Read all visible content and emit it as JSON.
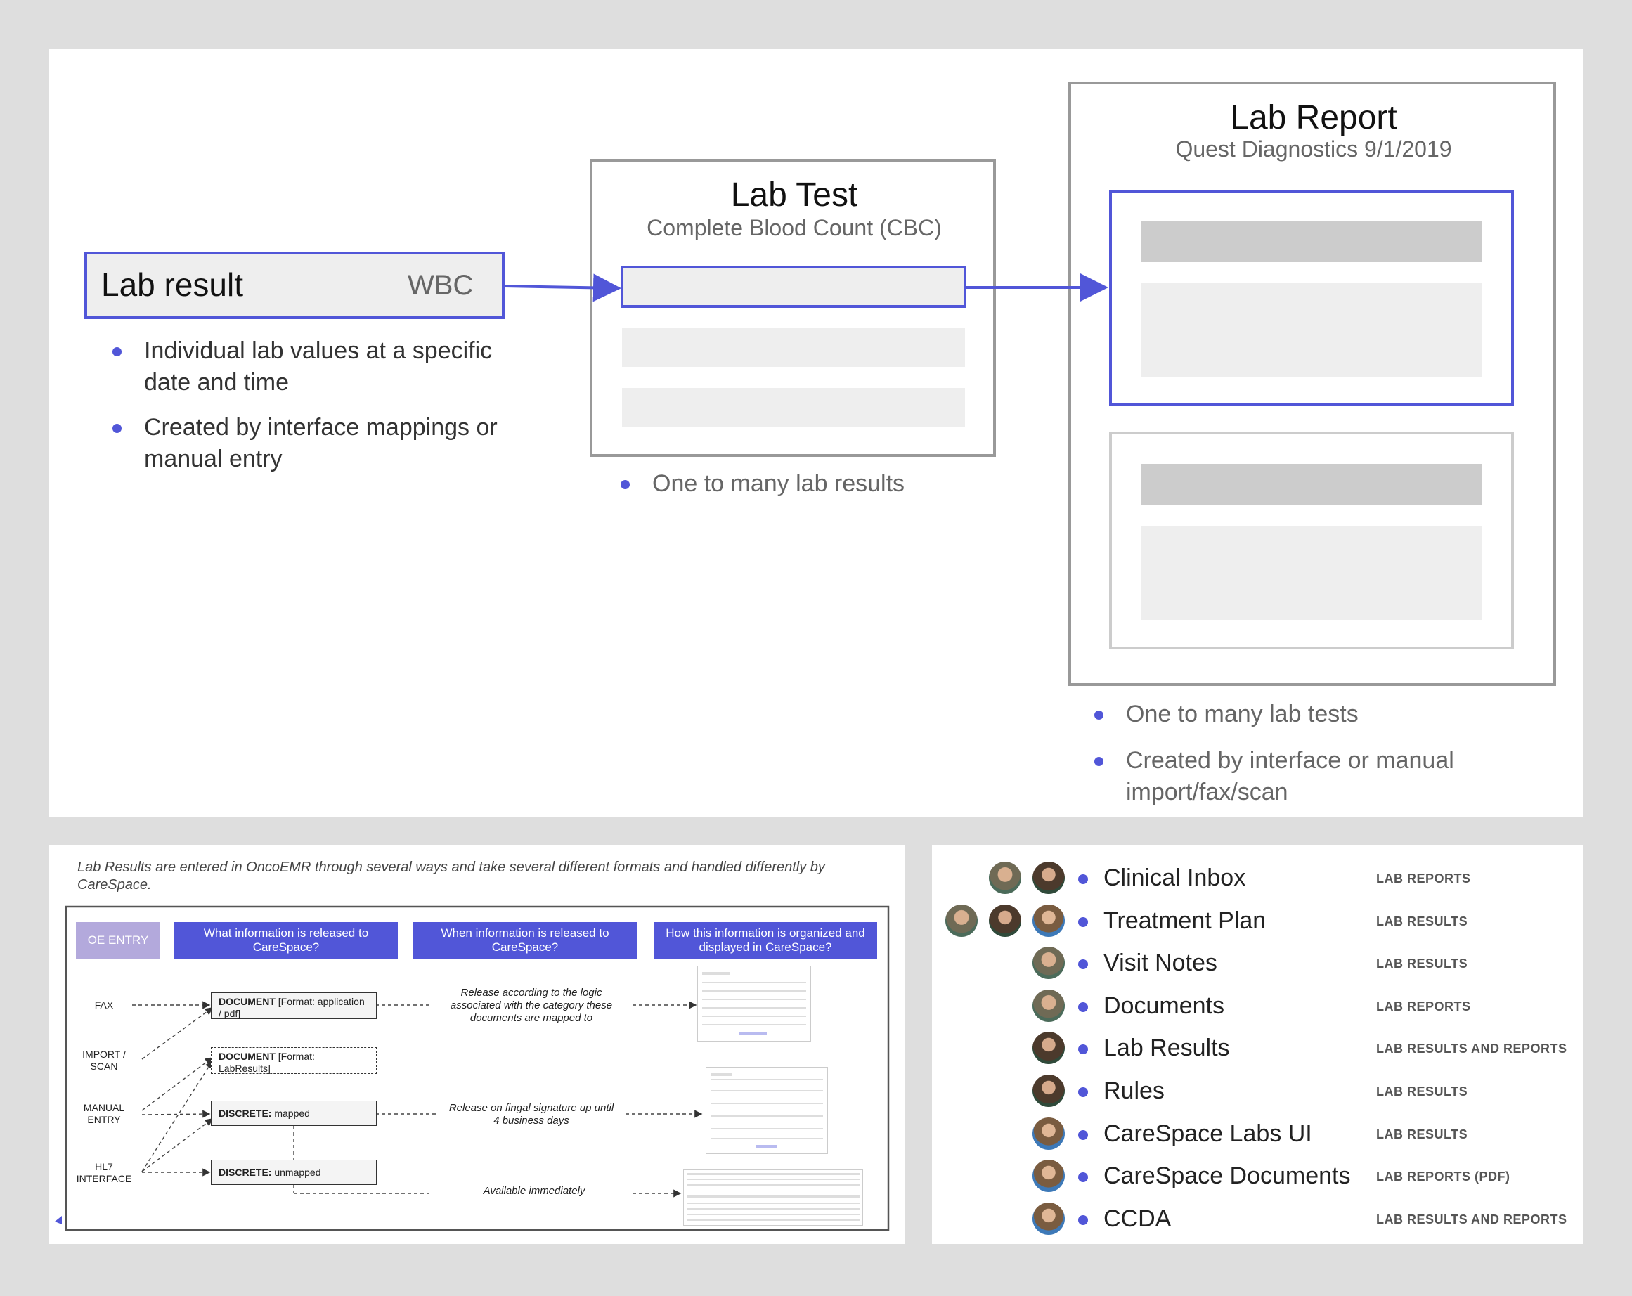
{
  "top": {
    "lab_result": {
      "title": "Lab result",
      "code": "WBC"
    },
    "lab_result_bullets": [
      "Individual lab values at a specific date and time",
      "Created by interface mappings or manual entry"
    ],
    "lab_test": {
      "title": "Lab Test",
      "subtitle": "Complete Blood Count (CBC)"
    },
    "lab_test_bullets": [
      "One to many lab results"
    ],
    "lab_report": {
      "title": "Lab Report",
      "subtitle": "Quest Diagnostics 9/1/2019"
    },
    "lab_report_bullets": [
      "One to many lab tests",
      "Created by interface or manual import/fax/scan"
    ]
  },
  "flow": {
    "intro": "Lab Results are entered in OncoEMR through several ways and take several different formats and handled differently by CareSpace.",
    "headers": [
      "OE ENTRY",
      "What information is released to CareSpace?",
      "When information is released to CareSpace?",
      "How this information is organized and displayed in CareSpace?"
    ],
    "sources": [
      "FAX",
      "IMPORT / SCAN",
      "MANUAL ENTRY",
      "HL7 INTERFACE"
    ],
    "boxes": [
      {
        "bold": "DOCUMENT",
        "rest": " [Format: application / pdf]"
      },
      {
        "bold": "DOCUMENT",
        "rest": " [Format: LabResults]"
      },
      {
        "bold": "DISCRETE:",
        "rest": " mapped"
      },
      {
        "bold": "DISCRETE:",
        "rest": " unmapped"
      }
    ],
    "release": [
      "Release according to the logic associated with the category these documents are mapped to",
      "Release on fingal signature up until 4 business days",
      "Available immediately"
    ]
  },
  "places": [
    {
      "name": "Clinical Inbox",
      "tag": "LAB REPORTS",
      "avatars": [
        "m",
        "f"
      ]
    },
    {
      "name": "Treatment Plan",
      "tag": "LAB RESULTS",
      "avatars": [
        "m",
        "f",
        "b"
      ]
    },
    {
      "name": "Visit Notes",
      "tag": "LAB RESULTS",
      "avatars": [
        "m"
      ]
    },
    {
      "name": "Documents",
      "tag": "LAB REPORTS",
      "avatars": [
        "m"
      ]
    },
    {
      "name": "Lab Results",
      "tag": "LAB RESULTS AND REPORTS",
      "avatars": [
        "f"
      ]
    },
    {
      "name": "Rules",
      "tag": "LAB RESULTS",
      "avatars": [
        "f"
      ]
    },
    {
      "name": "CareSpace Labs UI",
      "tag": "LAB RESULTS",
      "avatars": [
        "b"
      ]
    },
    {
      "name": "CareSpace Documents",
      "tag": "LAB REPORTS (PDF)",
      "avatars": [
        "b"
      ]
    },
    {
      "name": "CCDA",
      "tag": "LAB RESULTS AND REPORTS",
      "avatars": [
        "b"
      ]
    }
  ],
  "colors": {
    "accent": "#5156d8",
    "box_gray": "#999999",
    "fill_light": "#eeeeee",
    "fill_mid": "#cccccc",
    "oe_header": "#b3a9dc"
  }
}
